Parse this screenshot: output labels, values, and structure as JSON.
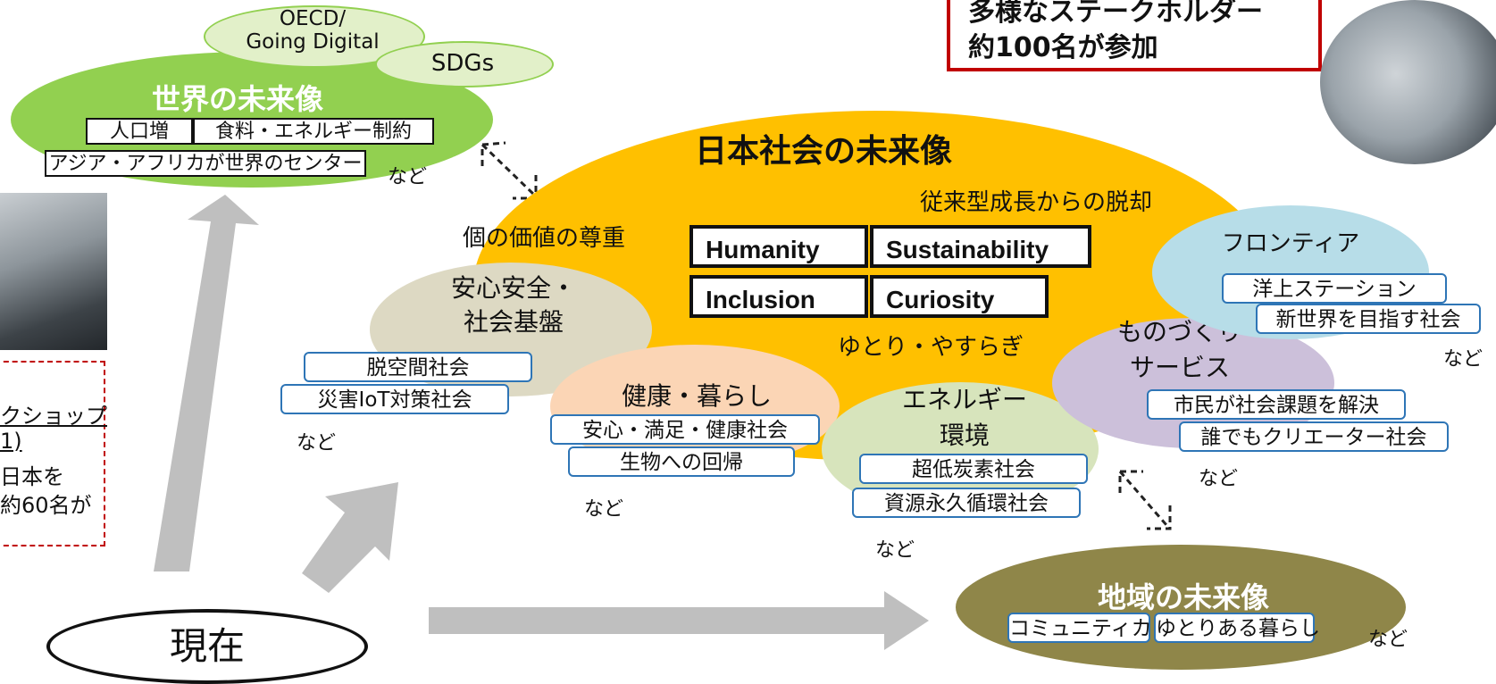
{
  "stakeholder_box": {
    "line1": "多様なステークホルダー",
    "line2": "約100名が参加"
  },
  "workshop_box": {
    "line1": "クショップ",
    "line2": "1)",
    "line3": "日本を",
    "line4": "約60名が"
  },
  "world": {
    "title": "世界の未来像",
    "bubble_oecd": "OECD/\nGoing Digital",
    "bubble_sdgs": "SDGs",
    "items": [
      "人口増",
      "食料・エネルギー制約",
      "アジア・アフリカが世界のセンター"
    ],
    "etc": "など"
  },
  "japan": {
    "title": "日本社会の未来像",
    "subtitle": "従来型成長からの脱却",
    "individual": "個の価値の尊重",
    "values": [
      "Humanity",
      "Sustainability",
      "Inclusion",
      "Curiosity"
    ],
    "relaxed": "ゆとり・やすらぎ"
  },
  "safety": {
    "title": "安心安全・\n社会基盤",
    "items": [
      "脱空間社会",
      "災害IoT対策社会"
    ],
    "etc": "など"
  },
  "health": {
    "title": "健康・暮らし",
    "items": [
      "安心・満足・健康社会",
      "生物への回帰"
    ],
    "etc": "など"
  },
  "energy": {
    "title": "エネルギー\n環境",
    "items": [
      "超低炭素社会",
      "資源永久循環社会"
    ],
    "etc": "など"
  },
  "manufacturing": {
    "title": "ものづくり\nサービス",
    "items": [
      "市民が社会課題を解決",
      "誰でもクリエーター社会"
    ],
    "etc": "など"
  },
  "frontier": {
    "title": "フロンティア",
    "items": [
      "洋上ステーション",
      "新世界を目指す社会"
    ],
    "etc": "など"
  },
  "region": {
    "title": "地域の未来像",
    "items": [
      "コミュニティカ",
      "ゆとりある暮らし"
    ],
    "etc": "など"
  },
  "present": {
    "label": "現在"
  },
  "colors": {
    "world": "#92d050",
    "bubble": "#e2f0c9",
    "japan": "#ffc000",
    "safety": "#ddd9c3",
    "health": "#fbd5b5",
    "energy": "#d7e4bc",
    "manufacturing": "#ccc0da",
    "frontier": "#b7dde8",
    "region": "#8f8649",
    "arrow": "#bfbfbf",
    "red": "#c00000",
    "tagBorder": "#2e75b6"
  }
}
